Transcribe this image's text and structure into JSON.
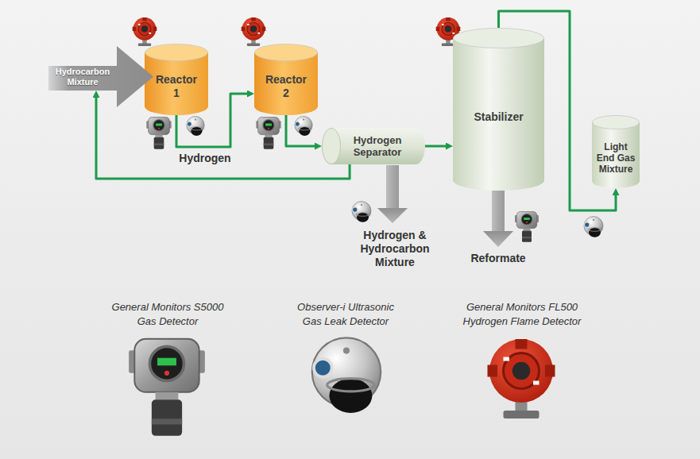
{
  "diagram": {
    "nodes": [
      {
        "text": [
          "Hydrocarbon Mixture"
        ]
      },
      {
        "text": [
          "Reactor 1"
        ]
      },
      {
        "text": [
          "Reactor 2"
        ]
      },
      {
        "text": [
          "Hydrogen Separator"
        ]
      },
      {
        "text": [
          "Stabilizer"
        ]
      },
      {
        "text": [
          "Light End Gas Mixture"
        ]
      }
    ],
    "edges": [
      {
        "from": 1,
        "to": 2,
        "arrow": "to"
      },
      {
        "from": 2,
        "to": 3,
        "arrow": "to"
      },
      {
        "from": 3,
        "to": 4,
        "arrow": "to"
      },
      {
        "from": 3,
        "to": 0,
        "arrow": "to"
      },
      {
        "from": 4,
        "to": 5,
        "arrow": "to"
      }
    ],
    "labels": [
      "Hydrogen",
      "Hydrogen & Hydrocarbon Mixture",
      "Reformate",
      "General Monitors S5000 Gas Detector",
      "Observer-i Ultrasonic Gas Leak Detector",
      "General Monitors FL500 Hydrogen Flame Detector"
    ]
  }
}
